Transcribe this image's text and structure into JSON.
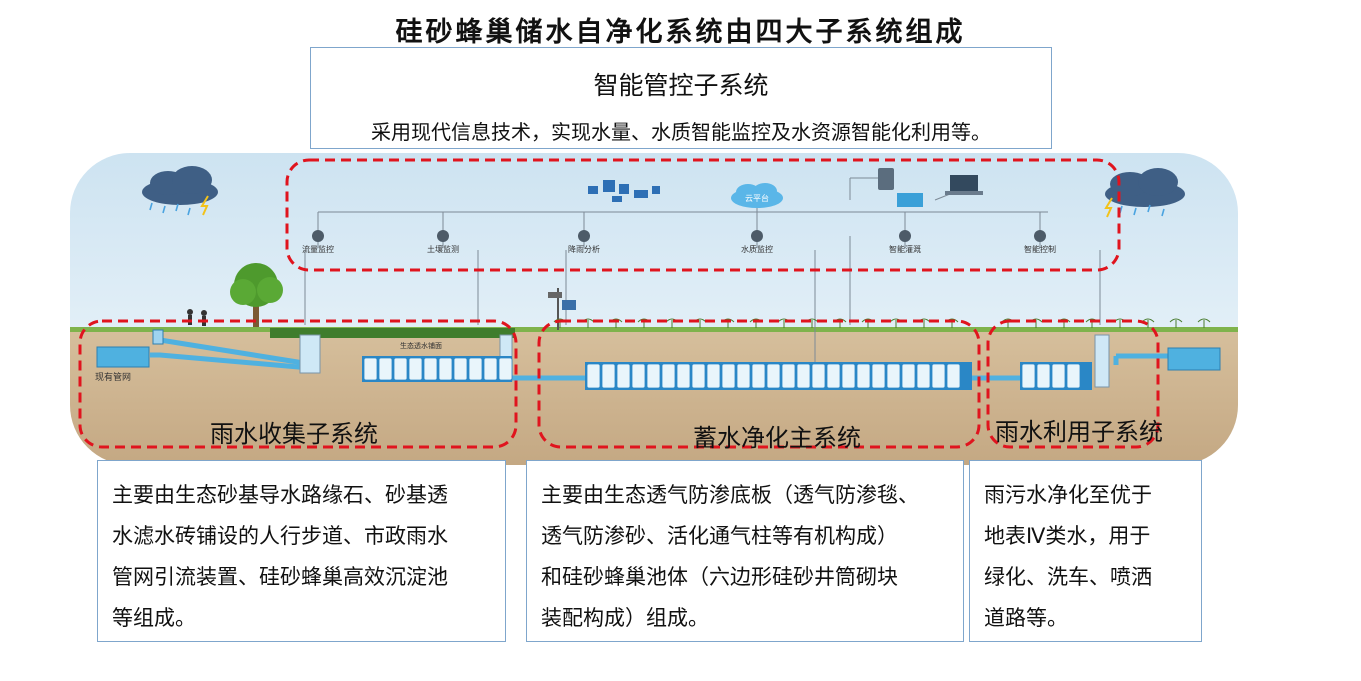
{
  "title": "硅砂蜂巢储水自净化系统由四大子系统组成",
  "smart_subsystem": {
    "title": "智能管控子系统",
    "description": "采用现代信息技术，实现水量、水质智能监控及水资源智能化利用等。"
  },
  "subsystems": [
    {
      "label": "雨水收集子系统",
      "description": [
        "主要由生态砂基导水路缘石、砂基透",
        "水滤水砖铺设的人行步道、市政雨水",
        "管网引流装置、硅砂蜂巢高效沉淀池",
        "等组成。"
      ]
    },
    {
      "label": "蓄水净化主系统",
      "description": [
        "主要由生态透气防渗底板（透气防渗毯、",
        "透气防渗砂、活化通气柱等有机构成）",
        "和硅砂蜂巢池体（六边形硅砂井筒砌块",
        "装配构成）组成。"
      ]
    },
    {
      "label": "雨水利用子系统",
      "description": [
        "雨污水净化至优于",
        "地表Ⅳ类水，用于",
        "绿化、洗车、喷洒",
        "道路等。"
      ]
    }
  ],
  "scene_labels": {
    "cloud_node": "云平台",
    "nodes": [
      "流量监控",
      "土壤监测",
      "降雨分析",
      "水质监控",
      "智能灌溉",
      "智能控制"
    ],
    "pipe_network": "现有管网",
    "tank_label": "生态透水铺面"
  },
  "colors": {
    "dash_red": "#e0141e",
    "sky": "#cfe6f3",
    "soil": "#c9b08e",
    "water": "#4fb1e0",
    "box_border": "#7fa6cc"
  }
}
